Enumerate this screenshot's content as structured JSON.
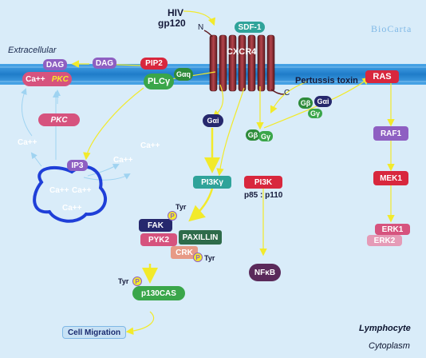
{
  "watermark": "BioCarta",
  "regions": {
    "extracellular": "Extracellular",
    "cell_type": "Lymphocyte",
    "compartment": "Cytoplasm"
  },
  "ligands": {
    "hiv_line1": "HIV",
    "hiv_line2": "gp120",
    "n_terminus": "N",
    "c_terminus": "C",
    "sdf1": "SDF-1"
  },
  "receptor": "CXCR4",
  "pertussis_toxin": "Pertussis toxin",
  "membrane_nodes": {
    "dag_left": "DAG",
    "dag_right": "DAG",
    "pkc_membrane": "PKC",
    "pip2": "PIP2",
    "plc": "PLCγ",
    "g_alpha_q": "Gαq",
    "ras": "RAS"
  },
  "g_proteins": {
    "gbeta": "Gβ",
    "galpha_i": "Gαi",
    "ggamma": "Gγ",
    "galpha_i_free": "Gαi",
    "gbeta_free": "Gβ",
    "ggamma_free": "Gγ"
  },
  "calcium": {
    "ca_membrane": "Ca++",
    "ca_left": "Ca++",
    "ca_center": "Ca++",
    "ca_right": "Ca++",
    "er_ca1": "Ca++",
    "er_ca2": "Ca++",
    "er_ca3": "Ca++"
  },
  "cytosol_nodes": {
    "pkc": "PKC",
    "ip3": "IP3",
    "pi3k_gamma": "PI3Kγ",
    "pi3k": "PI3K",
    "pi3k_subunits": "p85 : p110",
    "nfkb": "NFκB",
    "fak": "FAK",
    "pyk2": "PYK2",
    "paxillin": "PAXILLIN",
    "crk": "CRK",
    "p130cas": "p130CAS",
    "cell_migration": "Cell Migration",
    "raf1": "RAF1",
    "mek1": "MEK1",
    "erk1": "ERK1",
    "erk2": "ERK2"
  },
  "phospho": {
    "p_symbol": "P",
    "tyr_fak": "Tyr",
    "tyr_crk": "Tyr",
    "tyr_p130": "Tyr"
  },
  "colors": {
    "background": "#d9ecf9",
    "membrane": "#2f8fd6",
    "receptor": "#8b2f35",
    "pink_node": "#d6537e",
    "purple_node": "#8e5fc2",
    "red_node": "#d8273d",
    "green_node": "#3aa64a",
    "teal_node": "#2fa39a",
    "navy_node": "#26286d",
    "yellow_arrow": "#f2ea2b",
    "er_outline": "#1f3fd8"
  }
}
